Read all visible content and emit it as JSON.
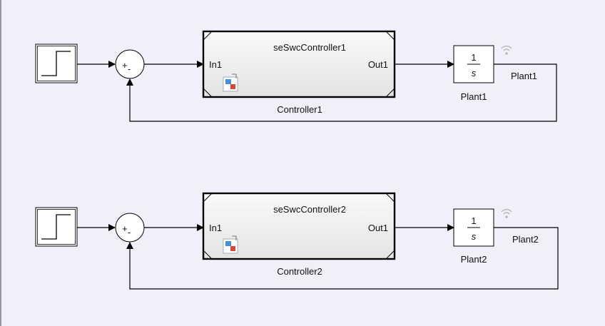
{
  "subsystems": [
    {
      "model_label": "seSwcController1",
      "in_port": "In1",
      "out_port": "Out1",
      "name": "Controller1",
      "sum_signs": "+",
      "sum_minus": "-",
      "integrator_num": "1",
      "integrator_den": "s",
      "plant_name": "Plant1",
      "signal_label": "Plant1"
    },
    {
      "model_label": "seSwcController2",
      "in_port": "In1",
      "out_port": "Out1",
      "name": "Controller2",
      "sum_signs": "+",
      "sum_minus": "-",
      "integrator_num": "1",
      "integrator_den": "s",
      "plant_name": "Plant2",
      "signal_label": "Plant2"
    }
  ],
  "colors": {
    "background": "#f0f0fa",
    "model_block_fill": "#e6e6e6",
    "badge_blue": "#4a8fd6",
    "badge_red": "#d24a3a",
    "wifi_gray": "#b0b0b0"
  }
}
